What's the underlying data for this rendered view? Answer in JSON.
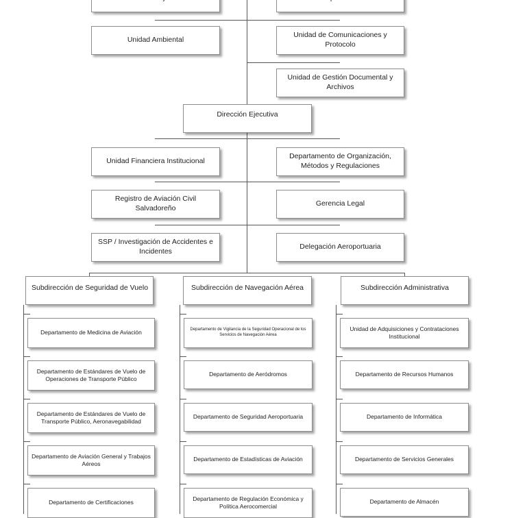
{
  "org": {
    "top_left_partial": "Consejo",
    "top_right_partial": "Grupo Asesor",
    "unidad_ambiental": "Unidad Ambiental",
    "unidad_comunicaciones": "Unidad de Comunicaciones y Protocolo",
    "unidad_gestion_documental": "Unidad de Gestión Documental y Archivos",
    "direccion_ejecutiva": "Dirección Ejecutiva",
    "unidad_financiera": "Unidad Financiera Institucional",
    "depto_organizacion": "Departamento de Organización, Métodos y Regulaciones",
    "registro_aviacion": "Registro de Aviación Civil Salvadoreño",
    "gerencia_legal": "Gerencia Legal",
    "ssp_investigacion": "SSP / Investigación de Accidentes e Incidentes",
    "delegacion_aeroportuaria": "Delegación Aeroportuaria",
    "subdirecciones": [
      {
        "title": "Subdirección de Seguridad de Vuelo",
        "departments": [
          "Departamento de Medicina de Aviación",
          "Departamento de Estándares de Vuelo de Operaciones de Transporte Público",
          "Departamento de Estándares de Vuelo de Transporte Público, Aeronavegabilidad",
          "Departamento de Aviación General y Trabajos Aéreos",
          "Departamento de Certificaciones"
        ]
      },
      {
        "title": "Subdirección de Navegación Aérea",
        "departments": [
          "Departamento de Vigilancia de la Seguridad Operacional de los Servicios de Navegación Aérea",
          "Departamento de Aeródromos",
          "Departamento de Seguridad Aeroportuaria",
          "Departamento de Estadísticas de Aviación",
          "Departamento de Regulación Económica y Política Aerocomercial"
        ]
      },
      {
        "title": "Subdirección Administrativa",
        "departments": [
          "Unidad de Adquisiciones y Contrataciones Institucional",
          "Departamento de Recursos Humanos",
          "Departamento de Informática",
          "Departamento de Servicios Generales",
          "Departamento de Almacén"
        ]
      }
    ]
  }
}
